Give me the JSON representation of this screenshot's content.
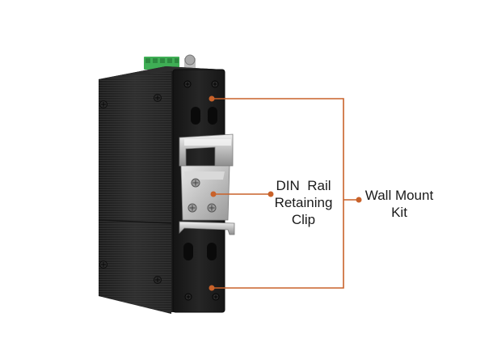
{
  "labels": {
    "din_rail_clip": {
      "line1": "DIN  Rail",
      "line2": "Retaining",
      "line3": "Clip"
    },
    "wall_mount_kit": {
      "line1": "Wall Mount",
      "line2": "Kit"
    }
  },
  "colors": {
    "callout": "#c9622a",
    "body_dark": "#2b2b2b",
    "plate": "#1c1c1c",
    "rail": "#c8c8c8",
    "terminal": "#3fae55"
  }
}
